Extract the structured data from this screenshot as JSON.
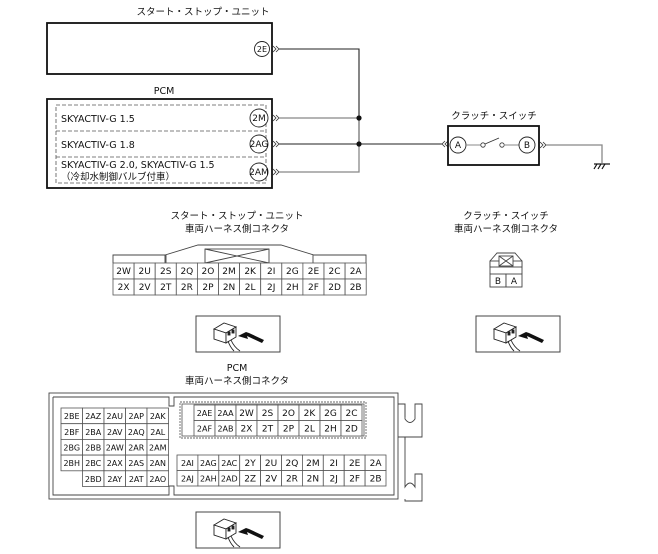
{
  "wiring": {
    "ssu": {
      "title": "スタート・ストップ・ユニット",
      "terminal": "2E"
    },
    "pcm": {
      "title": "PCM",
      "rows": [
        {
          "label": "SKYACTIV-G 1.5",
          "terminal": "2M"
        },
        {
          "label": "SKYACTIV-G 1.8",
          "terminal": "2AG"
        },
        {
          "label": "SKYACTIV-G 2.0, SKYACTIV-G 1.5",
          "sublabel": "（冷却水制御バルブ付車）",
          "terminal": "2AM"
        }
      ]
    },
    "clutch": {
      "title": "クラッチ・スイッチ",
      "terminal_a": "A",
      "terminal_b": "B"
    },
    "ground_icon": "ground-icon"
  },
  "connectors": {
    "ssu": {
      "title1": "スタート・ストップ・ユニット",
      "title2": "車両ハーネス側コネクタ",
      "row1": [
        "2W",
        "2U",
        "2S",
        "2Q",
        "2O",
        "2M",
        "2K",
        "2I",
        "2G",
        "2E",
        "2C",
        "2A"
      ],
      "row2": [
        "2X",
        "2V",
        "2T",
        "2R",
        "2P",
        "2N",
        "2L",
        "2J",
        "2H",
        "2F",
        "2D",
        "2B"
      ],
      "view_icon": "connector-view-icon"
    },
    "clutch": {
      "title1": "クラッチ・スイッチ",
      "title2": "車両ハーネス側コネクタ",
      "pins": [
        "B",
        "A"
      ],
      "view_icon": "connector-view-icon"
    },
    "pcm": {
      "title1": "PCM",
      "title2": "車両ハーネス側コネクタ",
      "left": [
        [
          "2BE",
          "2AZ",
          "2AU",
          "2AP",
          "2AK"
        ],
        [
          "2BF",
          "2BA",
          "2AV",
          "2AQ",
          "2AL"
        ],
        [
          "2BG",
          "2BB",
          "2AW",
          "2AR",
          "2AM"
        ],
        [
          "2BH",
          "2BC",
          "2AX",
          "2AS",
          "2AN"
        ],
        [
          "",
          "2BD",
          "2AY",
          "2AT",
          "2AO"
        ]
      ],
      "upper": [
        [
          "2AE",
          "2AA",
          "2W",
          "2S",
          "2O",
          "2K",
          "2G",
          "2C"
        ],
        [
          "2AF",
          "2AB",
          "2X",
          "2T",
          "2P",
          "2L",
          "2H",
          "2D"
        ]
      ],
      "lower": [
        [
          "2AI",
          "2AG",
          "2AC",
          "2Y",
          "2U",
          "2Q",
          "2M",
          "2I",
          "2E",
          "2A"
        ],
        [
          "2AJ",
          "2AH",
          "2AD",
          "2Z",
          "2V",
          "2R",
          "2N",
          "2J",
          "2F",
          "2B"
        ]
      ],
      "view_icon": "connector-view-icon"
    }
  }
}
